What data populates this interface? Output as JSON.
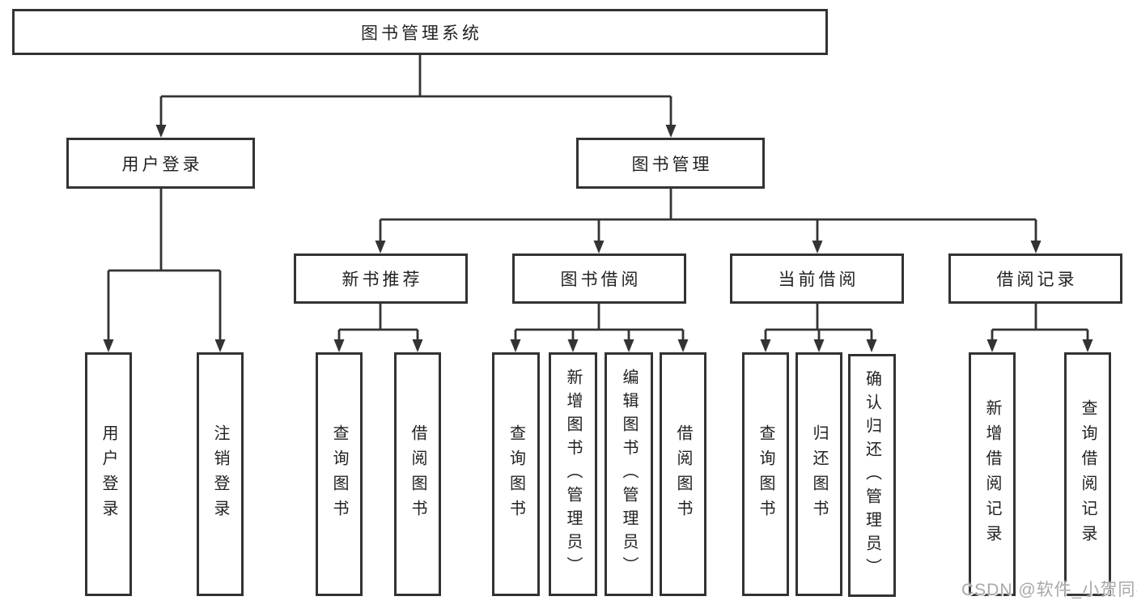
{
  "tree": {
    "root": "图书管理系统",
    "level2": [
      "用户登录",
      "图书管理"
    ],
    "level3": [
      "新书推荐",
      "图书借阅",
      "当前借阅",
      "借阅记录"
    ],
    "leaves": {
      "user_login": [
        "用户登录",
        "注销登录"
      ],
      "new_book": [
        "查询图书",
        "借阅图书"
      ],
      "book_borrow": [
        "查询图书",
        "新增图书（管理员）",
        "编辑图书（管理员）",
        "借阅图书"
      ],
      "current_borrow": [
        "查询图书",
        "归还图书",
        "确认归还（管理员）"
      ],
      "borrow_record": [
        "新增借阅记录",
        "查询借阅记录"
      ]
    }
  },
  "watermark": "CSDN @软件_小贺同学",
  "colors": {
    "line": "#333333",
    "box_border": "#333333",
    "text": "#222222",
    "watermark": "#a8a8a8",
    "background": "#ffffff"
  }
}
